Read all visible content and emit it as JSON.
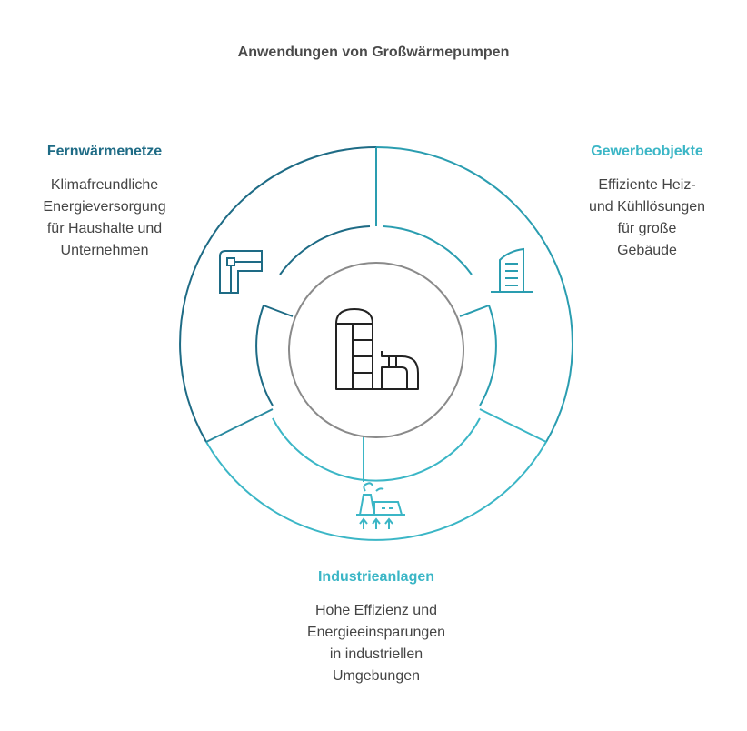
{
  "title": "Anwendungen von Großwärmepumpen",
  "colors": {
    "dark_teal": "#1e6b85",
    "mid_teal": "#2a8aa0",
    "light_teal": "#3bb6c6",
    "center_gray": "#8a8a8a",
    "text_gray": "#444444"
  },
  "segments": [
    {
      "title": "Fernwärmenetze",
      "description_lines": [
        "Klimafreundliche",
        "Energieversorgung",
        "für Haushalte und",
        "Unternehmen"
      ],
      "icon": "district-heating-pipe-icon"
    },
    {
      "title": "Gewerbeobjekte",
      "description_lines": [
        "Effiziente Heiz-",
        "und Kühllösungen",
        "für große",
        "Gebäude"
      ],
      "icon": "commercial-building-icon"
    },
    {
      "title": "Industrieanlagen",
      "description_lines": [
        "Hohe Effizienz und",
        "Energieeinsparungen",
        "in industriellen",
        "Umgebungen"
      ],
      "icon": "industrial-plant-icon"
    }
  ],
  "center_icon": "heat-pump-icon"
}
